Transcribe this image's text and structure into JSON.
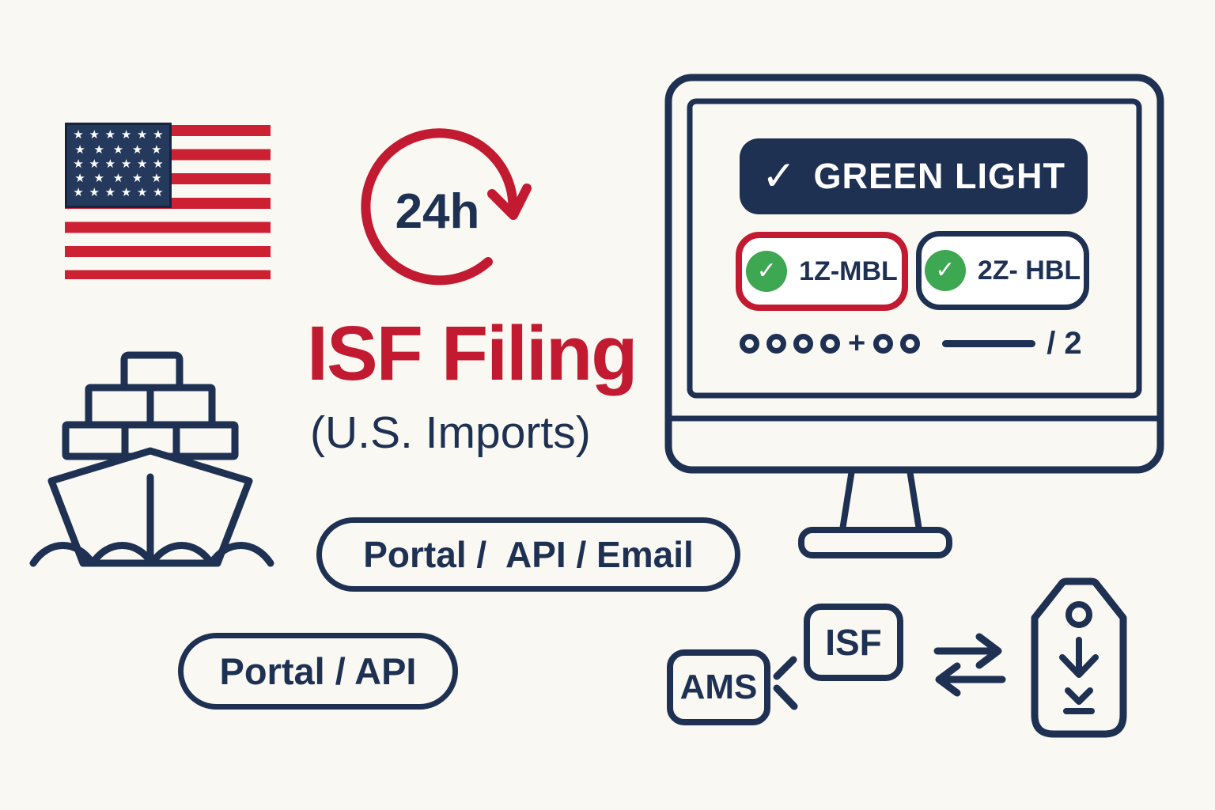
{
  "palette": {
    "navy": "#1E3152",
    "red": "#C21B31",
    "flag_red": "#CC2133",
    "green": "#3DA751",
    "bg": "#FAF8F2",
    "white": "#FFFFFF"
  },
  "icons": {
    "check": "✓",
    "star": "★",
    "plus": "+"
  },
  "flag": {
    "star_rows": [
      6,
      5,
      6,
      5,
      6
    ]
  },
  "turnaround": {
    "label": "24h"
  },
  "title": {
    "heading": "ISF Filing",
    "subheading": "(U.S. Imports)"
  },
  "channels": {
    "primary": "Portal /  API / Email",
    "secondary": "Portal / API"
  },
  "monitor": {
    "status_banner": {
      "label": "GREEN LIGHT"
    },
    "bills": [
      {
        "label": "1Z-MBL"
      },
      {
        "label": "2Z- HBL"
      }
    ],
    "elements_row": {
      "group1_count": 4,
      "plus": "+",
      "group2_count": 2,
      "suffix": "/ 2"
    }
  },
  "flow": {
    "ams_label": "AMS",
    "isf_label": "ISF"
  }
}
